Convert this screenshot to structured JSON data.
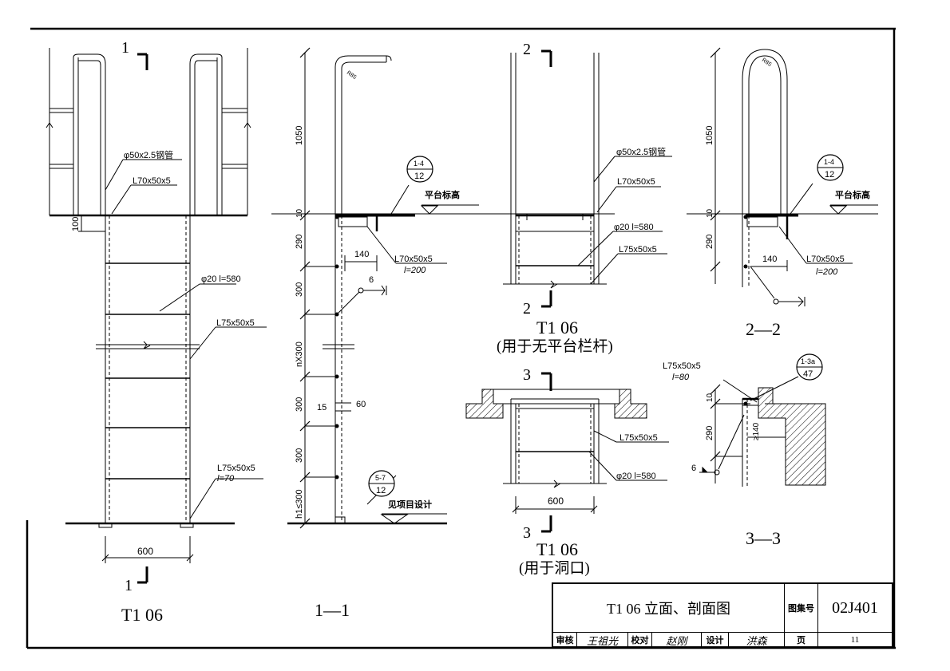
{
  "views": {
    "elevation": {
      "title": "T1 06",
      "section_mark": "1"
    },
    "section_1_1": {
      "title": "1—1"
    },
    "railing_no_platform": {
      "title": "T1 06",
      "subtitle": "(用于无平台栏杆)",
      "section_mark": "2"
    },
    "section_2_2": {
      "title": "2—2"
    },
    "opening_view": {
      "title": "T1 06",
      "subtitle": "(用于洞口)",
      "section_mark": "3"
    },
    "section_3_3": {
      "title": "3—3"
    }
  },
  "annotations": {
    "steel_pipe": "φ50x2.5钢管",
    "angle_l70": "L70x50x5",
    "angle_l70_l200_a": "L70x50x5",
    "angle_l70_l200_b": "l=200",
    "rung": "φ20  l=580",
    "angle_l75": "L75x50x5",
    "angle_l75_l70_a": "L75x50x5",
    "angle_l75_l70_b": "l=70",
    "angle_l75_l80_a": "L75x50x5",
    "angle_l75_l80_b": "l=80",
    "platform_level": "平台标高",
    "see_project": "见项目设计",
    "radius": "R85",
    "weld_size": "6"
  },
  "dimensions": {
    "d100": "100",
    "d600": "600",
    "d1050": "1050",
    "d10": "10",
    "d290": "290",
    "d300": "300",
    "dnx300": "nX300",
    "d15": "15",
    "d60": "60",
    "dh1": "h1≤300",
    "d140": "140",
    "d140b": "≥140"
  },
  "detail_refs": [
    {
      "top": "1-4",
      "bottom": "12"
    },
    {
      "top": "5-7",
      "bottom": "12"
    },
    {
      "top": "1-4",
      "bottom": "12"
    },
    {
      "top": "1-3a",
      "bottom": "47"
    }
  ],
  "title_block": {
    "title": "T1 06   立面、剖面图",
    "atlas_label": "图集号",
    "atlas_no": "02J401",
    "reviewer_label": "审核",
    "reviewer_sig": "王祖光",
    "checker_label": "校对",
    "checker_sig": "赵刚",
    "designer_label": "设计",
    "designer_sig": "洪森",
    "page_label": "页",
    "page_no": "11"
  }
}
